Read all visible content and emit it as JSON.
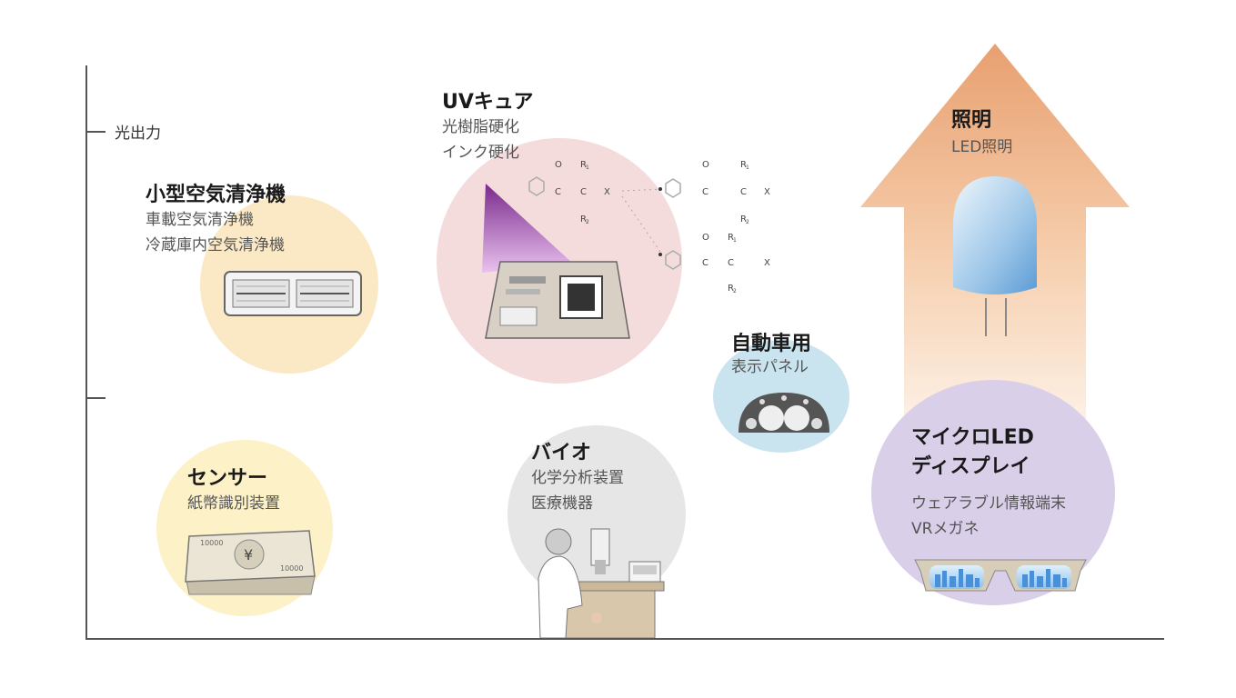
{
  "axis": {
    "y_label": "光出力"
  },
  "items": {
    "air_purifier": {
      "title": "小型空気清浄機",
      "lines": [
        "車載空気清浄機",
        "冷蔵庫内空気清浄機"
      ]
    },
    "uv_cure": {
      "title": "UVキュア",
      "lines": [
        "光樹脂硬化",
        "インク硬化"
      ]
    },
    "lighting": {
      "title": "照明",
      "lines": [
        "LED照明"
      ]
    },
    "automotive": {
      "title": "自動車用",
      "lines": [
        "表示パネル"
      ]
    },
    "sensor": {
      "title": "センサー",
      "lines": [
        "紙幣識別装置"
      ]
    },
    "bio": {
      "title": "バイオ",
      "lines": [
        "化学分析装置",
        "医療機器"
      ]
    },
    "micro_led": {
      "title_lines": [
        "マイクロLED",
        "ディスプレイ"
      ],
      "lines": [
        "ウェアラブル情報端末",
        "VRメガネ"
      ]
    }
  },
  "illustration_text": {
    "banknote_value": "10000",
    "yen_symbol": "¥",
    "molecule_atoms": [
      "O",
      "C",
      "X",
      "R₁",
      "R₂"
    ]
  },
  "colors": {
    "air_purifier_circle": "#fbe9c6",
    "uv_circle": "#f5dcdc",
    "sensor_circle": "#fdf1c8",
    "bio_circle": "#e6e6e6",
    "automotive_circle": "#c9e4ee",
    "micro_led_circle": "#d9cfe9",
    "arrow_top": "#e8a070",
    "arrow_bottom": "#fdf1e8"
  }
}
